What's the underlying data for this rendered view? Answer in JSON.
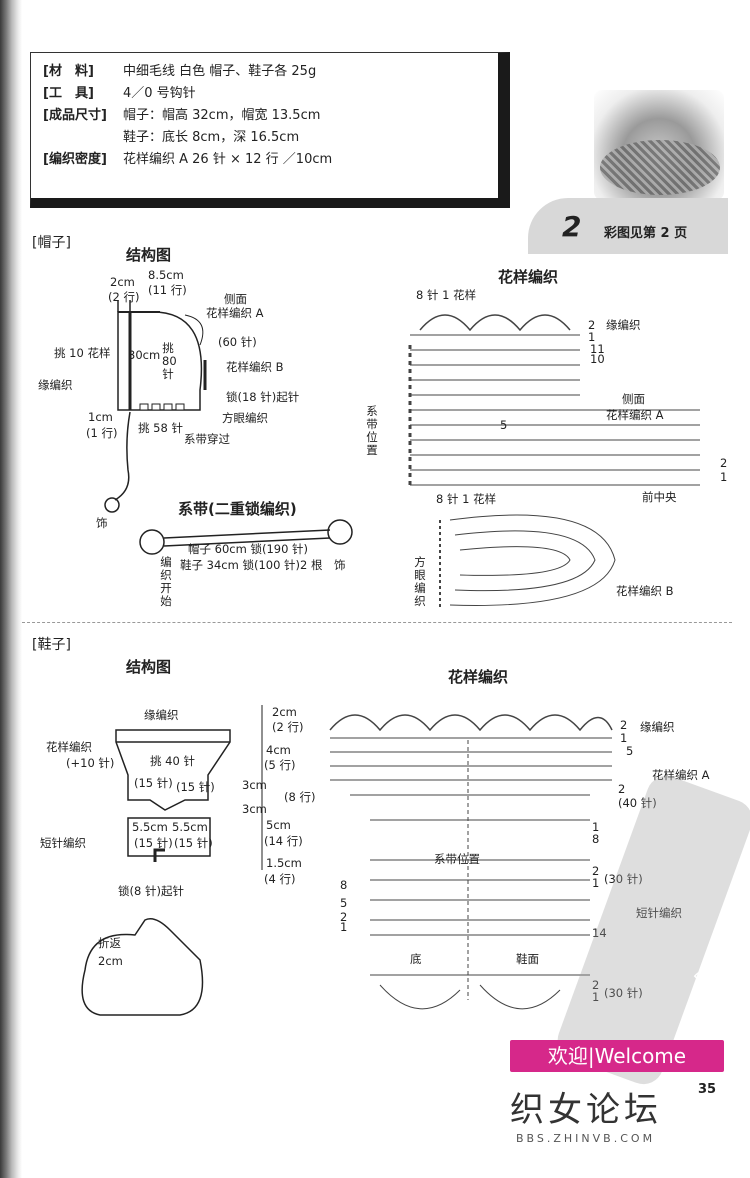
{
  "materials": {
    "rows": [
      {
        "label": "[材　料]",
        "value": "中细毛线  白色  帽子、鞋子各 25g"
      },
      {
        "label": "[工　具]",
        "value": "4／0 号钩针"
      },
      {
        "label": "[成品尺寸]",
        "value": "帽子：帽高 32cm，帽宽 13.5cm"
      },
      {
        "label": "",
        "value": "鞋子：底长 8cm，深 16.5cm"
      },
      {
        "label": "[编织密度]",
        "value": "花样编织 A  26 针 × 12 行 ／10cm"
      }
    ]
  },
  "tag": {
    "number": "2",
    "text": "彩图见第 2 页"
  },
  "hat": {
    "section": "[帽子]",
    "structure_title": "结构图",
    "labels": {
      "cm2": "2cm",
      "r2": "(2 行)",
      "cm85": "8.5cm",
      "r11": "(11 行)",
      "side1": "侧面",
      "side2": "花样编织 A",
      "s60": "(60 针)",
      "pick10": "挑 10 花样",
      "cm30": "30cm",
      "pick80": "挑80针",
      "patB": "花样编织 B",
      "edge": "缘编织",
      "chain18": "锁(18 针)起针",
      "mesh": "方眼编织",
      "cm1": "1cm",
      "r1": "(1 行)",
      "pick58": "挑 58 针",
      "strap_through": "系带穿过",
      "ornament": "饰"
    },
    "strap": {
      "title": "系带(二重锁编织)",
      "start": "编织开始",
      "line1": "帽子  60cm 锁(190 针)",
      "line2": "鞋子 34cm 锁(100 针)2 根",
      "ornament": "饰"
    },
    "pattern": {
      "title": "花样编织",
      "top": "8 针 1 花样",
      "edge": "缘编织",
      "strap_pos": "系带位置",
      "side1": "侧面",
      "side2": "花样编织 A",
      "mid": "8 针 1 花样",
      "front": "前中央",
      "mesh": "方眼编织",
      "patB": "花样编织 B",
      "rows": [
        "2",
        "1",
        "11",
        "10",
        "5",
        "2",
        "1"
      ]
    }
  },
  "shoe": {
    "section": "[鞋子]",
    "structure_title": "结构图",
    "labels": {
      "edge": "缘编织",
      "pat": "花样编织",
      "plus10": "(+10 针)",
      "pick40": "挑 40 针",
      "s15a": "(15 针)",
      "s15b": "(15 针)",
      "short": "短针编织",
      "cm55a": "5.5cm",
      "cm55b": "5.5cm",
      "s15c": "(15 针)",
      "s15d": "(15 针)",
      "chain8": "锁(8 针)起针",
      "d1": "2cm",
      "d2": "(2 行)",
      "d3": "4cm",
      "d4": "(5 行)",
      "d5": "3cm",
      "d6": "(8 行)",
      "d7": "3cm",
      "d8": "5cm",
      "d9": "(14 行)",
      "d10": "1.5cm",
      "d11": "(4 行)",
      "fold": "折返",
      "fold_cm": "2cm"
    },
    "pattern": {
      "title": "花样编织",
      "edge": "缘编织",
      "patA": "花样编织 A",
      "s40": "(40 针)",
      "strap_pos": "系带位置",
      "s30a": "(30 针)",
      "short": "短针编织",
      "sole": "底",
      "upper": "鞋面",
      "s30b": "(30 针)",
      "rows": [
        "2",
        "1",
        "5",
        "2",
        "1",
        "8",
        "2",
        "1",
        "14",
        "2",
        "1"
      ],
      "left_rows": [
        "8",
        "5",
        "2",
        "1"
      ]
    }
  },
  "footer": {
    "welcome": "欢迎|Welcome",
    "forum": "织女论坛",
    "url": "BBS.ZHINVB.COM",
    "page": "35"
  },
  "colors": {
    "accent": "#d6288a",
    "ink": "#222222"
  }
}
